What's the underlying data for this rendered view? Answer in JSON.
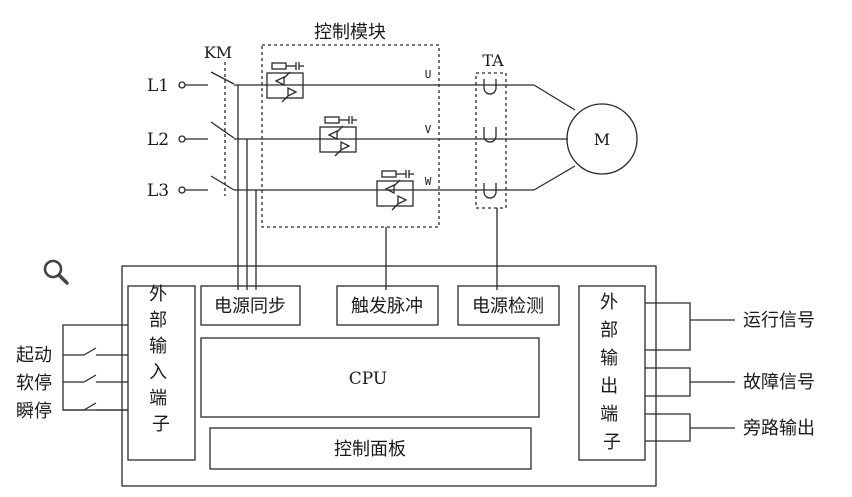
{
  "title": "控制模块",
  "contactor": "KM",
  "transformer": "TA",
  "motor": "M",
  "lines": [
    "L1",
    "L2",
    "L3"
  ],
  "phases": [
    "U",
    "V",
    "W"
  ],
  "blocks": {
    "sync": "电源同步",
    "trigger": "触发脉冲",
    "detect": "电源检测",
    "cpu": "CPU",
    "panel": "控制面板",
    "ext_in": "外部输入端子",
    "ext_out": "外部输出端子"
  },
  "inputs": [
    "起动",
    "软停",
    "瞬停"
  ],
  "outputs": [
    "运行信号",
    "故障信号",
    "旁路输出"
  ],
  "icons": {
    "zoom": "magnifier-icon"
  },
  "colors": {
    "line": "#2a2a2a",
    "text": "#1a1a1a"
  }
}
